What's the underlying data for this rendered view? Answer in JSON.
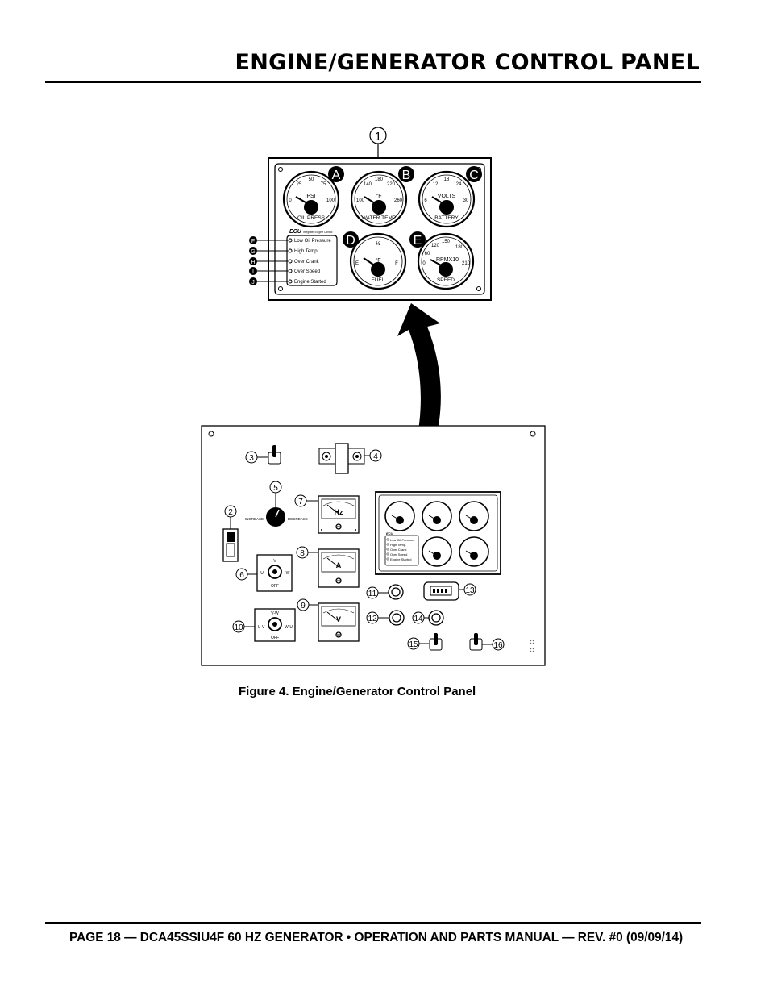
{
  "header": {
    "title": "ENGINE/GENERATOR CONTROL PANEL"
  },
  "figure": {
    "caption": "Figure 4. Engine/Generator Control Panel",
    "detail_callout": "1",
    "gauges": [
      {
        "letter": "A",
        "unit": "PSI",
        "name": "OIL PRESS",
        "ticks": [
          "25",
          "50",
          "75",
          "0",
          "100"
        ]
      },
      {
        "letter": "B",
        "unit": "°F",
        "name": "WATER TEMP",
        "ticks": [
          "140",
          "180",
          "220",
          "100",
          "260"
        ]
      },
      {
        "letter": "C",
        "unit": "VOLTS",
        "name": "BATTERY",
        "ticks": [
          "12",
          "18",
          "24",
          "6",
          "30"
        ]
      },
      {
        "letter": "D",
        "unit": "°F",
        "name": "FUEL",
        "ticks": [
          "½",
          "E",
          "F"
        ]
      },
      {
        "letter": "E",
        "unit": "RPMX10",
        "name": "SPEED",
        "ticks": [
          "120",
          "150",
          "180",
          "60",
          "0",
          "210"
        ]
      }
    ],
    "ecu": {
      "logo": "ECU",
      "tagline": "Integrated Engine Control",
      "indicators": [
        {
          "letter": "F",
          "label": "Low Oil Pressure"
        },
        {
          "letter": "G",
          "label": "High Temp."
        },
        {
          "letter": "H",
          "label": "Over Crank"
        },
        {
          "letter": "I",
          "label": "Over Speed"
        },
        {
          "letter": "J",
          "label": "Engine Started"
        }
      ]
    },
    "panel": {
      "callouts": [
        "2",
        "3",
        "4",
        "5",
        "6",
        "7",
        "8",
        "9",
        "10",
        "11",
        "12",
        "13",
        "14",
        "15",
        "16"
      ],
      "governor": {
        "increase": "INCREASE",
        "decrease": "DECREASE"
      },
      "meters": {
        "hz": "Hz",
        "amps": "A",
        "volts": "V"
      },
      "ammeter_switch": {
        "top": "V",
        "left": "U",
        "right": "W",
        "off": "OFF"
      },
      "voltmeter_switch": {
        "top": "V-W",
        "left": "U-V",
        "right": "W-U",
        "off": "OFF"
      }
    }
  },
  "footer": {
    "text": "PAGE 18 — DCA45SSIU4F 60 HZ GENERATOR • OPERATION AND PARTS MANUAL — REV. #0 (09/09/14)"
  }
}
